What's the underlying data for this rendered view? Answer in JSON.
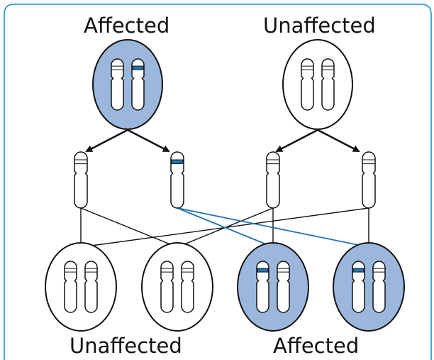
{
  "labels": {
    "parent_affected": "Affected",
    "parent_unaffected": "Unaffected",
    "offspring_unaffected": "Unaffected",
    "offspring_affected": "Affected"
  },
  "colors": {
    "frame": "#1b8fc9",
    "affected_fill": "#9bb7dc",
    "unaffected_fill": "#ffffff",
    "mutation_band": "#1f74b3",
    "mutant_path": "#1f74b3",
    "line": "#111111"
  },
  "nodes": {
    "parents": [
      {
        "role": "affected-parent",
        "affected": true,
        "chromosomes": [
          "normal",
          "mutant"
        ]
      },
      {
        "role": "unaffected-parent",
        "affected": false,
        "chromosomes": [
          "normal",
          "normal"
        ]
      }
    ],
    "gametes": [
      {
        "from": "affected-parent",
        "allele": "normal"
      },
      {
        "from": "affected-parent",
        "allele": "mutant"
      },
      {
        "from": "unaffected-parent",
        "allele": "normal"
      },
      {
        "from": "unaffected-parent",
        "allele": "normal"
      }
    ],
    "offspring": [
      {
        "affected": false,
        "chromosomes": [
          "normal",
          "normal"
        ]
      },
      {
        "affected": false,
        "chromosomes": [
          "normal",
          "normal"
        ]
      },
      {
        "affected": true,
        "chromosomes": [
          "mutant",
          "normal"
        ]
      },
      {
        "affected": true,
        "chromosomes": [
          "mutant",
          "normal"
        ]
      }
    ]
  }
}
